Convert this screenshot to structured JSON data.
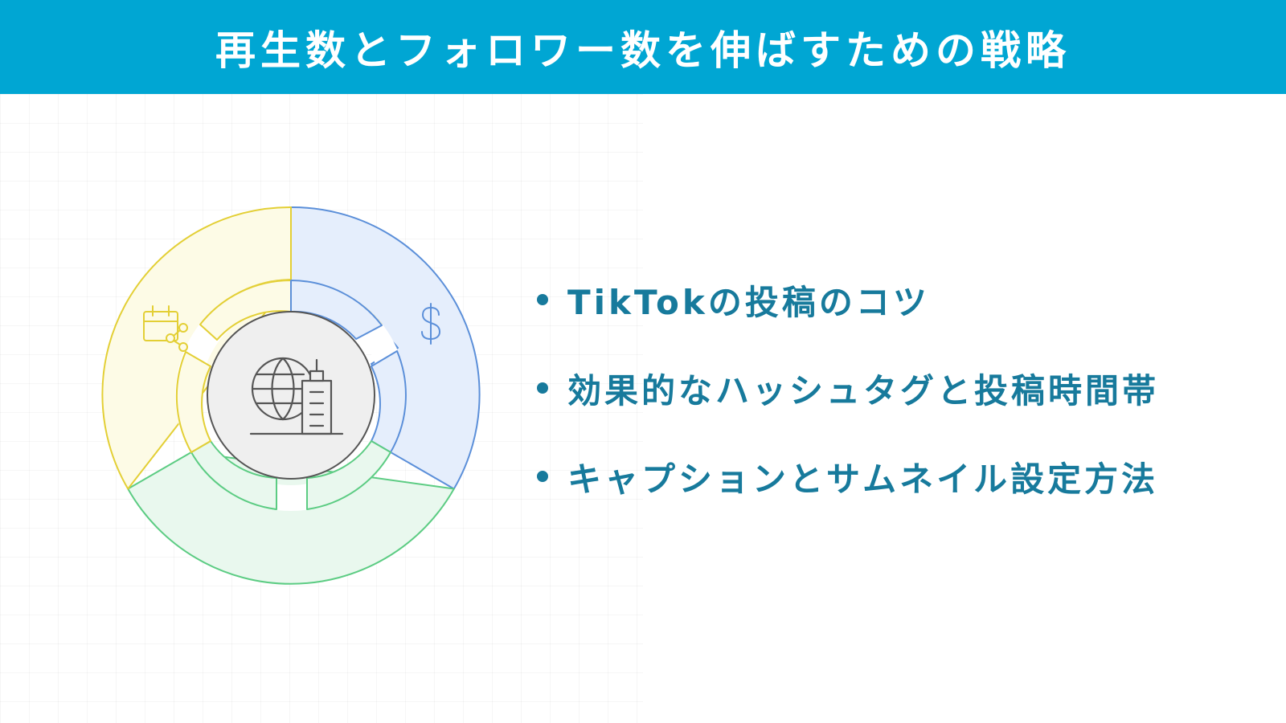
{
  "title": "再生数とフォロワー数を伸ばすための戦略",
  "bullets": [
    {
      "text": "TikTokの投稿のコツ"
    },
    {
      "text": "効果的なハッシュタグと投稿時間帯"
    },
    {
      "text": "キャプションとサムネイル設定方法"
    }
  ],
  "diagram": {
    "center_icon": "globe-building-icon",
    "segments": [
      {
        "name": "segment-dollar",
        "icon": "dollar-icon",
        "stroke": "#5b8fd9",
        "fill": "#e5eefc"
      },
      {
        "name": "segment-green",
        "icon": "",
        "stroke": "#5ccc83",
        "fill": "#e9f8ee"
      },
      {
        "name": "segment-calendar",
        "icon": "calendar-share-icon",
        "stroke": "#e3cf35",
        "fill": "#fdfbe6"
      }
    ]
  },
  "colors": {
    "banner": "#00a6d3",
    "text": "#177a9c",
    "center_fill": "#efefef",
    "center_stroke": "#555555"
  }
}
